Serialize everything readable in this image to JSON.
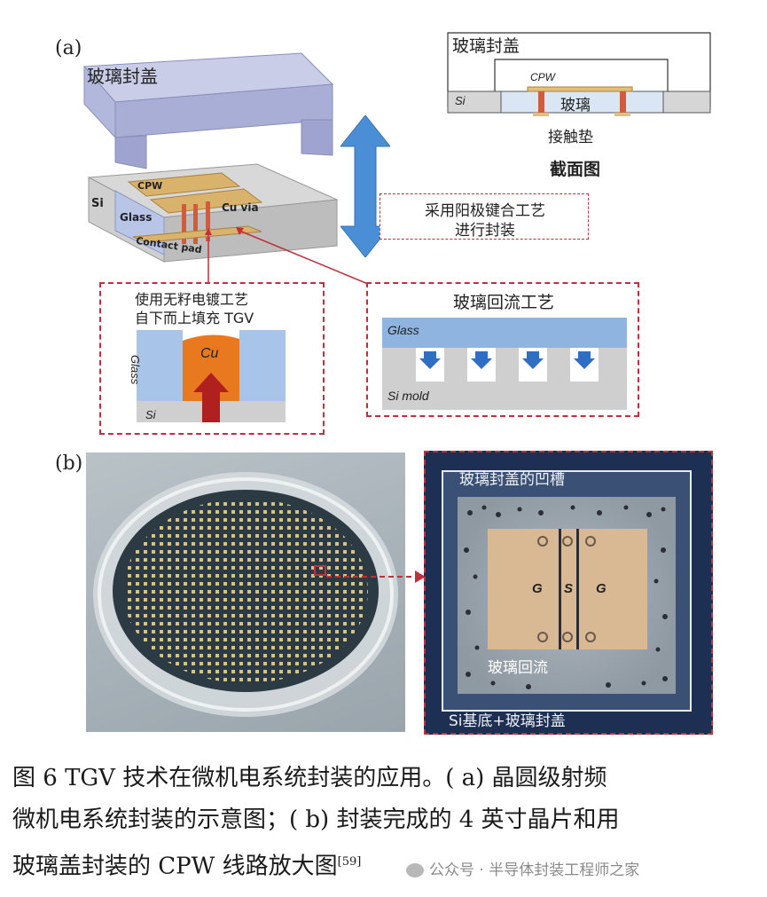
{
  "panel_a": {
    "label": "(a)",
    "lid_label": "玻璃封盖",
    "cpw_label": "CPW",
    "si_label": "Si",
    "glass_label": "Glass",
    "cu_via_label": "Cu via",
    "contact_pad_label": "Contact pad",
    "anodic_bonding_line1": "采用阳极键合工艺",
    "anodic_bonding_line2": "进行封装",
    "section": {
      "lid": "玻璃封盖",
      "cpw": "CPW",
      "si": "Si",
      "glass": "玻璃",
      "contact_pad": "接触垫",
      "title": "截面图"
    },
    "electroplating": {
      "line1": "使用无籽电镀工艺",
      "line2": "自下而上填充 TGV",
      "glass": "Glass",
      "cu": "Cu",
      "si": "Si"
    },
    "reflow": {
      "title": "玻璃回流工艺",
      "glass": "Glass",
      "si_mold": "Si mold"
    }
  },
  "panel_b": {
    "label": "(b)",
    "groove_label": "玻璃封盖的凹槽",
    "g_left": "G",
    "s_mid": "S",
    "g_right": "G",
    "reflow_label": "玻璃回流",
    "substrate_label": "Si基底+玻璃封盖"
  },
  "caption": {
    "line1": "图 6   TGV 技术在微机电系统封装的应用。( a) 晶圆级射频",
    "line2": "微机电系统封装的示意图；( b) 封装完成的 4 英寸晶片和用",
    "line3_start": "玻璃盖封装的 CPW 线路放大图",
    "ref": "[59]"
  },
  "watermark": "公众号 · 半导体封装工程师之家"
}
